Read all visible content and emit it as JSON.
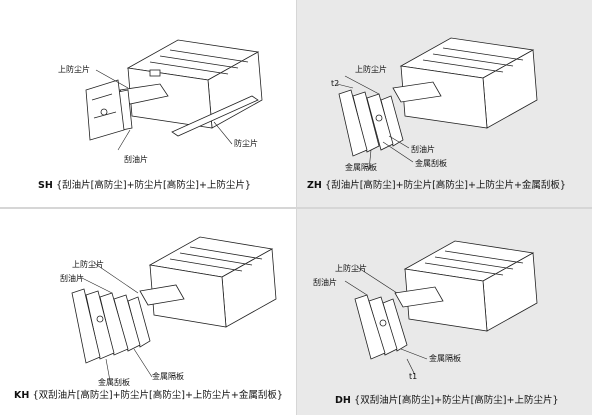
{
  "panels": [
    {
      "code": "SH",
      "desc": "{刮油片[高防尘]+防尘片[高防尘]+上防尘片}",
      "labels": {
        "top_dust": "上防尘片",
        "dust_strip": "防尘片",
        "scraper": "刮油片"
      }
    },
    {
      "code": "ZH",
      "desc": "{刮油片[高防尘]+防尘片[高防尘]+上防尘片+金属刮板}",
      "labels": {
        "top_dust": "上防尘片",
        "t2": "t2",
        "scraper": "刮油片",
        "metal_scraper": "金属刮板",
        "metal_plate": "金属隔板"
      }
    },
    {
      "code": "KH",
      "desc": "{双刮油片[高防尘]+防尘片[高防尘]+上防尘片+金属刮板}",
      "labels": {
        "top_dust": "上防尘片",
        "scraper": "刮油片",
        "metal_scraper": "金属刮板",
        "metal_plate": "金属隔板"
      }
    },
    {
      "code": "DH",
      "desc": "{双刮油片[高防尘]+防尘片[高防尘]+上防尘片}",
      "labels": {
        "top_dust": "上防尘片",
        "scraper": "刮油片",
        "metal_plate": "金属隔板",
        "t1": "t1"
      }
    }
  ]
}
